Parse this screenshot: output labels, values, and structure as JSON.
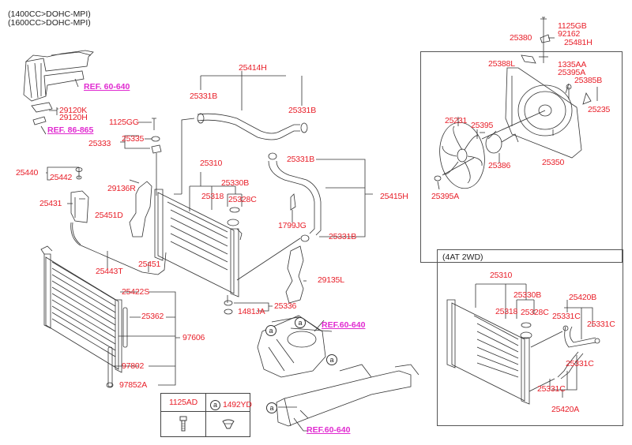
{
  "header": {
    "engine_line_1": "(1400CC>DOHC-MPI)",
    "engine_line_2": "(1600CC>DOHC-MPI)"
  },
  "references": {
    "ref_top_left": "REF. 60-640",
    "ref_left_mid": "REF. 86-865",
    "ref_center": "REF.60-640",
    "ref_bottom": "REF.60-640"
  },
  "labels": {
    "l_29120K": "29120K",
    "l_29120H": "29120H",
    "l_1125GG": "1125GG",
    "l_25333": "25333",
    "l_25335": "25335",
    "l_25440": "25440",
    "l_25442": "25442",
    "l_29136R": "29136R",
    "l_25431": "25431",
    "l_25451D": "25451D",
    "l_25443T": "25443T",
    "l_25451": "25451",
    "l_25422S": "25422S",
    "l_25362": "25362",
    "l_97606": "97606",
    "l_97802": "97802",
    "l_97852A": "97852A",
    "l_25414H": "25414H",
    "l_25331B_1": "25331B",
    "l_25331B_2": "25331B",
    "l_25331B_3": "25331B",
    "l_25331B_4": "25331B",
    "l_25310": "25310",
    "l_25330B": "25330B",
    "l_25318": "25318",
    "l_25328C": "25328C",
    "l_1799JG": "1799JG",
    "l_25415H": "25415H",
    "l_29135L": "29135L",
    "l_25336": "25336",
    "l_1481JA": "1481JA"
  },
  "fan_box": {
    "l_1125GB": "1125GB",
    "l_92162": "92162",
    "l_25380": "25380",
    "l_25481H": "25481H",
    "l_25388L": "25388L",
    "l_1335AA": "1335AA",
    "l_25395A_top": "25395A",
    "l_25385B": "25385B",
    "l_25235": "25235",
    "l_25231": "25231",
    "l_25395": "25395",
    "l_25386": "25386",
    "l_25350": "25350",
    "l_25395A_bot": "25395A"
  },
  "variant_box": {
    "title": "(4AT 2WD)",
    "l_25310": "25310",
    "l_25330B": "25330B",
    "l_25318": "25318",
    "l_25328C": "25328C",
    "l_25420B": "25420B",
    "l_25331C_1": "25331C",
    "l_25331C_2": "25331C",
    "l_25331C_3": "25331C",
    "l_25331C_4": "25331C",
    "l_25420A": "25420A"
  },
  "fastener_table": {
    "col1_part": "1125AD",
    "col2_marker": "a",
    "col2_part": "1492YD",
    "col1_icon": "bolt-icon",
    "col2_icon": "clip-icon"
  },
  "callout_marker": "a"
}
